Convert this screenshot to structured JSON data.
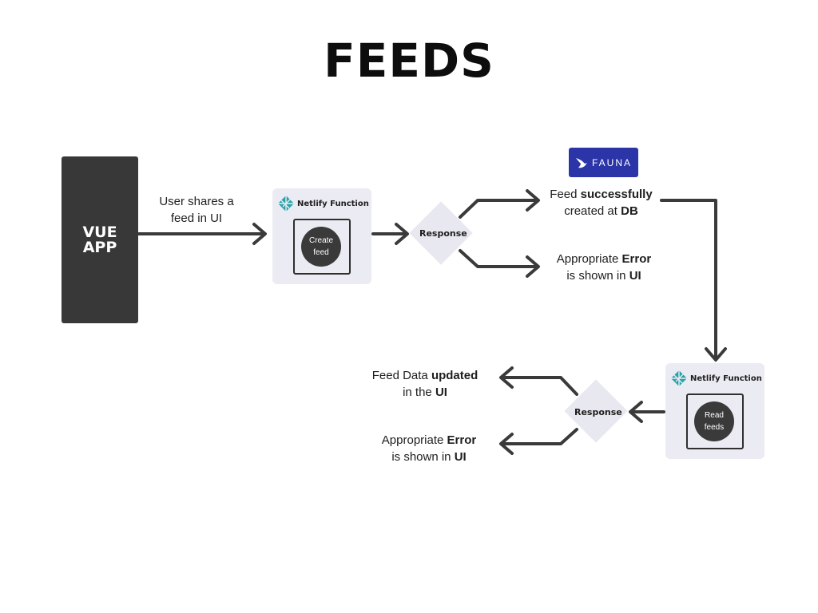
{
  "title": "FEEDS",
  "vue_app": {
    "label": "VUE\nAPP"
  },
  "edge_label_share": {
    "line1": "User shares a",
    "line2": "feed in UI"
  },
  "create_card": {
    "header": "Netlify Function",
    "action": "Create\nfeed"
  },
  "read_card": {
    "header": "Netlify Function",
    "action": "Read\nfeeds"
  },
  "response_top": "Response",
  "response_bottom": "Response",
  "fauna": {
    "label": "FAUNA",
    "icon": "fauna-bird-icon",
    "color": "#2b35a8"
  },
  "outcome_success": {
    "pre": "Feed ",
    "bold": "successfully",
    "line2_pre": "created at ",
    "line2_bold": "DB"
  },
  "outcome_error_top": {
    "pre": "Appropriate ",
    "bold": "Error",
    "line2_pre": "is shown in ",
    "line2_bold": "UI"
  },
  "outcome_updated": {
    "pre": "Feed Data  ",
    "bold": "updated",
    "line2_pre": "in the ",
    "line2_bold": "UI"
  },
  "outcome_error_bottom": {
    "pre": "Appropriate ",
    "bold": "Error",
    "line2_pre": "is shown in ",
    "line2_bold": "UI"
  },
  "colors": {
    "vue_bg": "#383838",
    "card_bg": "#ebebf3",
    "arrow": "#3a3a3a",
    "netlify_icon": "#2aa3a8"
  }
}
